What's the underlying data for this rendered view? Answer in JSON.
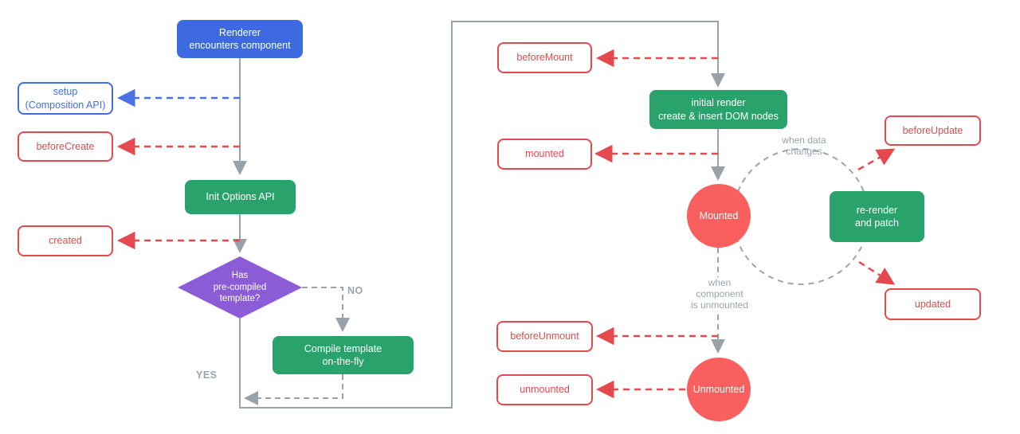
{
  "colors": {
    "blue_fill": "#3d69e1",
    "blue_outline": "#3f6ee6",
    "green_fill": "#2aa26c",
    "purple_fill": "#8b5cd6",
    "coral_fill": "#f95f5f",
    "red_outline": "#e4494d",
    "gray_line": "#9aa4ab",
    "background": "#ffffff"
  },
  "nodes": {
    "renderer": {
      "label": "Renderer\nencounters component"
    },
    "setup": {
      "label": "setup\n(Composition API)"
    },
    "before_create": {
      "label": "beforeCreate"
    },
    "init_options": {
      "label": "Init Options API"
    },
    "created": {
      "label": "created"
    },
    "has_precompiled": {
      "label": "Has\npre-compiled\ntemplate?"
    },
    "compile_template": {
      "label": "Compile template\non-the-fly"
    },
    "before_mount": {
      "label": "beforeMount"
    },
    "initial_render": {
      "label": "initial render\ncreate & insert DOM nodes"
    },
    "mounted_hook": {
      "label": "mounted"
    },
    "mounted_state": {
      "label": "Mounted"
    },
    "re_render": {
      "label": "re-render\nand patch"
    },
    "before_update": {
      "label": "beforeUpdate"
    },
    "updated": {
      "label": "updated"
    },
    "before_unmount": {
      "label": "beforeUnmount"
    },
    "unmounted_state": {
      "label": "Unmounted"
    },
    "unmounted_hook": {
      "label": "unmounted"
    }
  },
  "annotations": {
    "no": "NO",
    "yes": "YES",
    "when_data_changes": "when data\nchanges",
    "when_component_unmounted": "when\ncomponent\nis unmounted"
  }
}
